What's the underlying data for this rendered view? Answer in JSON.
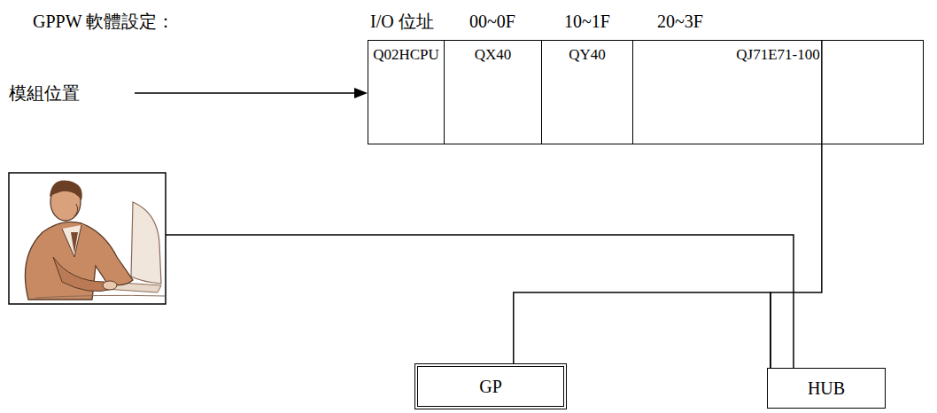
{
  "diagram": {
    "nodes": [
      {
        "text": [
          "Q02HCPU"
        ]
      },
      {
        "text": [
          "QX40"
        ]
      },
      {
        "text": [
          "QY40"
        ]
      },
      {
        "text": [
          "QJ71E71-100"
        ]
      },
      {
        "text": [
          "GP"
        ]
      },
      {
        "text": [
          "HUB"
        ]
      }
    ],
    "edges": [
      {
        "from": 3,
        "to": 5,
        "arrow": "none"
      },
      {
        "from": 4,
        "to": 5,
        "arrow": "none"
      }
    ],
    "labels": [
      "GPPW 軟體設定：",
      "I/O 位址",
      "00~0F",
      "10~1F",
      "20~3F",
      "模組位置"
    ]
  }
}
